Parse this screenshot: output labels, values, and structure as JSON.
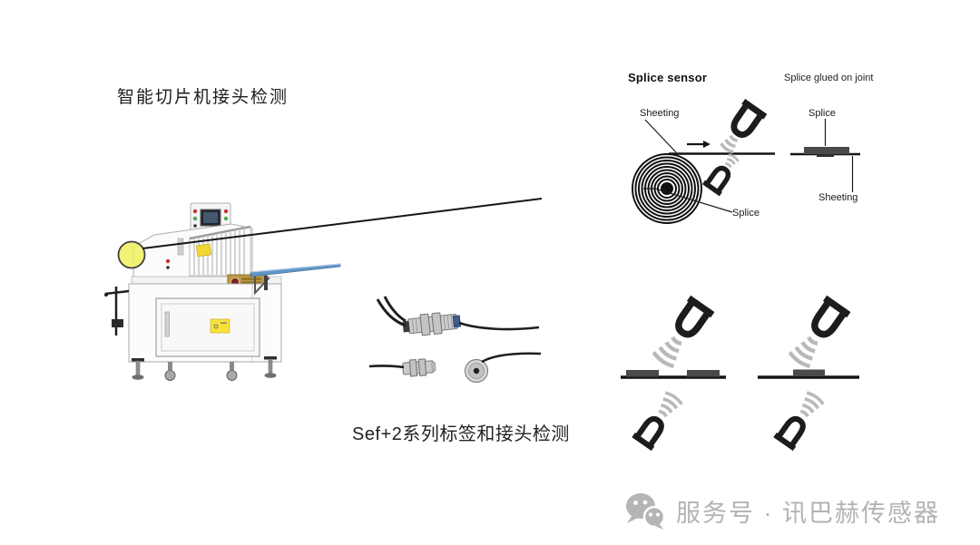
{
  "page": {
    "background": "#ffffff"
  },
  "headings": {
    "machine_detection": "智能切片机接头检测",
    "series_detection": "Sef+2系列标签和接头检测"
  },
  "splice_sensor_diagram": {
    "title": "Splice sensor",
    "sheeting_label": "Sheeting",
    "splice_label": "Splice"
  },
  "glued_joint_diagram": {
    "title": "Splice glued on joint",
    "splice_label": "Splice",
    "sheeting_label": "Sheeting"
  },
  "footer": {
    "wechat_account": "服务号 · 讯巴赫传感器",
    "icon": "wechat-icon"
  },
  "colors": {
    "sensor_black": "#1c1c1c",
    "signal_wave_gray": "#b9b9b9",
    "splice_patch_gray": "#4a4a4a",
    "highlight_yellow": "#f0f163",
    "tray_blue": "#6096c6",
    "footer_gray": "#b3b3b3"
  }
}
